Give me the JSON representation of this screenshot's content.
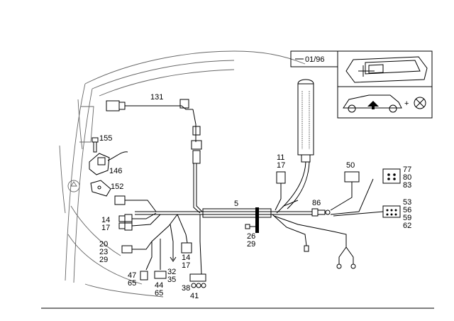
{
  "inset": {
    "date_code": "01/96",
    "plus_sign": "+"
  },
  "harness": {
    "main_label": "5"
  },
  "callouts": [
    {
      "id": "c131",
      "text": "131"
    },
    {
      "id": "c155",
      "text": "155"
    },
    {
      "id": "c146",
      "text": "146"
    },
    {
      "id": "c152",
      "text": "152"
    },
    {
      "id": "c14a",
      "text": "14"
    },
    {
      "id": "c17a",
      "text": "17"
    },
    {
      "id": "c20",
      "text": "20"
    },
    {
      "id": "c23",
      "text": "23"
    },
    {
      "id": "c29a",
      "text": "29"
    },
    {
      "id": "c47",
      "text": "47"
    },
    {
      "id": "c65a",
      "text": "65"
    },
    {
      "id": "c44",
      "text": "44"
    },
    {
      "id": "c65b",
      "text": "65"
    },
    {
      "id": "c32",
      "text": "32"
    },
    {
      "id": "c35",
      "text": "35"
    },
    {
      "id": "c14b",
      "text": "14"
    },
    {
      "id": "c17b",
      "text": "17"
    },
    {
      "id": "c38",
      "text": "38"
    },
    {
      "id": "c41",
      "text": "41"
    },
    {
      "id": "c11",
      "text": "11"
    },
    {
      "id": "c17c",
      "text": "17"
    },
    {
      "id": "c26",
      "text": "26"
    },
    {
      "id": "c29b",
      "text": "29"
    },
    {
      "id": "c86",
      "text": "86"
    },
    {
      "id": "c50",
      "text": "50"
    },
    {
      "id": "c77",
      "text": "77"
    },
    {
      "id": "c80",
      "text": "80"
    },
    {
      "id": "c83",
      "text": "83"
    },
    {
      "id": "c53",
      "text": "53"
    },
    {
      "id": "c56",
      "text": "56"
    },
    {
      "id": "c59",
      "text": "59"
    },
    {
      "id": "c62",
      "text": "62"
    }
  ]
}
